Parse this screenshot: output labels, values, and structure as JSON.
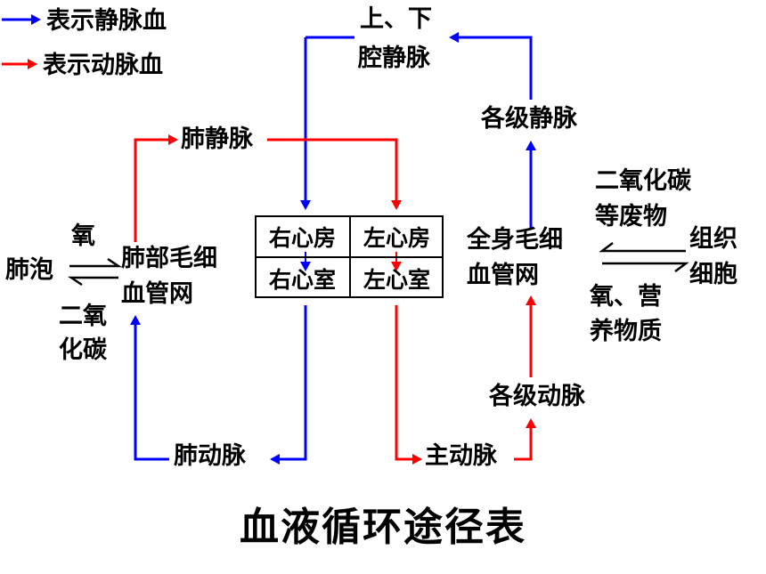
{
  "colors": {
    "venous": "#0000ff",
    "arterial": "#ff0000",
    "text": "#000000",
    "background": "#ffffff"
  },
  "legend": {
    "venous": "表示静脉血",
    "arterial": "表示动脉血"
  },
  "nodes": {
    "vena_cava_line1": "上、下",
    "vena_cava_line2": "腔静脉",
    "veins_all_levels": "各级静脉",
    "pulmonary_vein": "肺静脉",
    "heart": {
      "right_atrium": "右心房",
      "left_atrium": "左心房",
      "right_ventricle": "右心室",
      "left_ventricle": "左心室"
    },
    "alveoli": "肺泡",
    "oxygen": "氧",
    "carbon_dioxide_line1": "二氧",
    "carbon_dioxide_line2": "化碳",
    "lung_capillaries_line1": "肺部毛细",
    "lung_capillaries_line2": "血管网",
    "body_capillaries_line1": "全身毛细",
    "body_capillaries_line2": "血管网",
    "co2_waste_line1": "二氧化碳",
    "co2_waste_line2": "等废物",
    "tissue_cells_line1": "组织",
    "tissue_cells_line2": "细胞",
    "o2_nutrients_line1": "氧、营",
    "o2_nutrients_line2": "养物质",
    "arteries_all_levels": "各级动脉",
    "pulmonary_artery": "肺动脉",
    "aorta": "主动脉"
  },
  "title": "血液循环途径表"
}
